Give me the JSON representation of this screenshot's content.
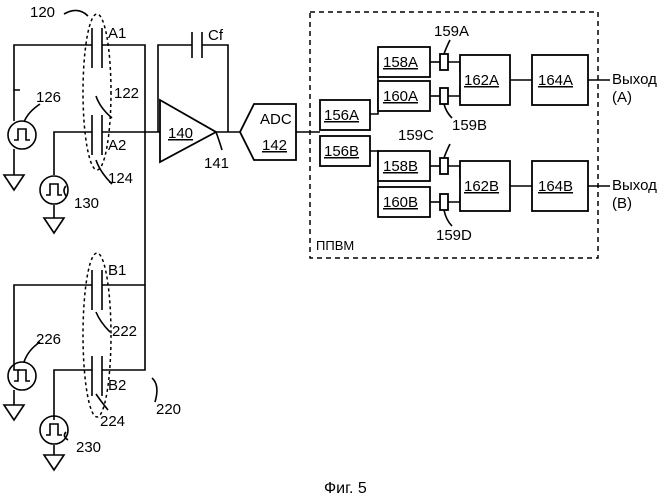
{
  "labels": {
    "ref_120": "120",
    "ref_122": "122",
    "ref_124": "124",
    "ref_126": "126",
    "ref_130": "130",
    "ref_140": "140",
    "ref_141": "141",
    "ref_142": "142",
    "adc": "ADC",
    "cf": "Cf",
    "a1": "A1",
    "a2": "A2",
    "b1": "B1",
    "b2": "B2",
    "ref_220": "220",
    "ref_222": "222",
    "ref_224": "224",
    "ref_226": "226",
    "ref_230": "230",
    "ppvm": "ППВМ",
    "figure_caption": "Фиг. 5"
  },
  "blocks": {
    "b156a": "156A",
    "b156b": "156B",
    "b158a": "158A",
    "b160a": "160A",
    "b158b": "158B",
    "b160b": "160B",
    "b162a": "162A",
    "b162b": "162B",
    "b164a": "164A",
    "b164b": "164B"
  },
  "small_refs": {
    "r159a": "159A",
    "r159b": "159B",
    "r159c": "159C",
    "r159d": "159D"
  },
  "outputs": {
    "out_a_word": "Выход",
    "out_a_ch": "(A)",
    "out_b_word": "Выход",
    "out_b_ch": "(B)"
  }
}
